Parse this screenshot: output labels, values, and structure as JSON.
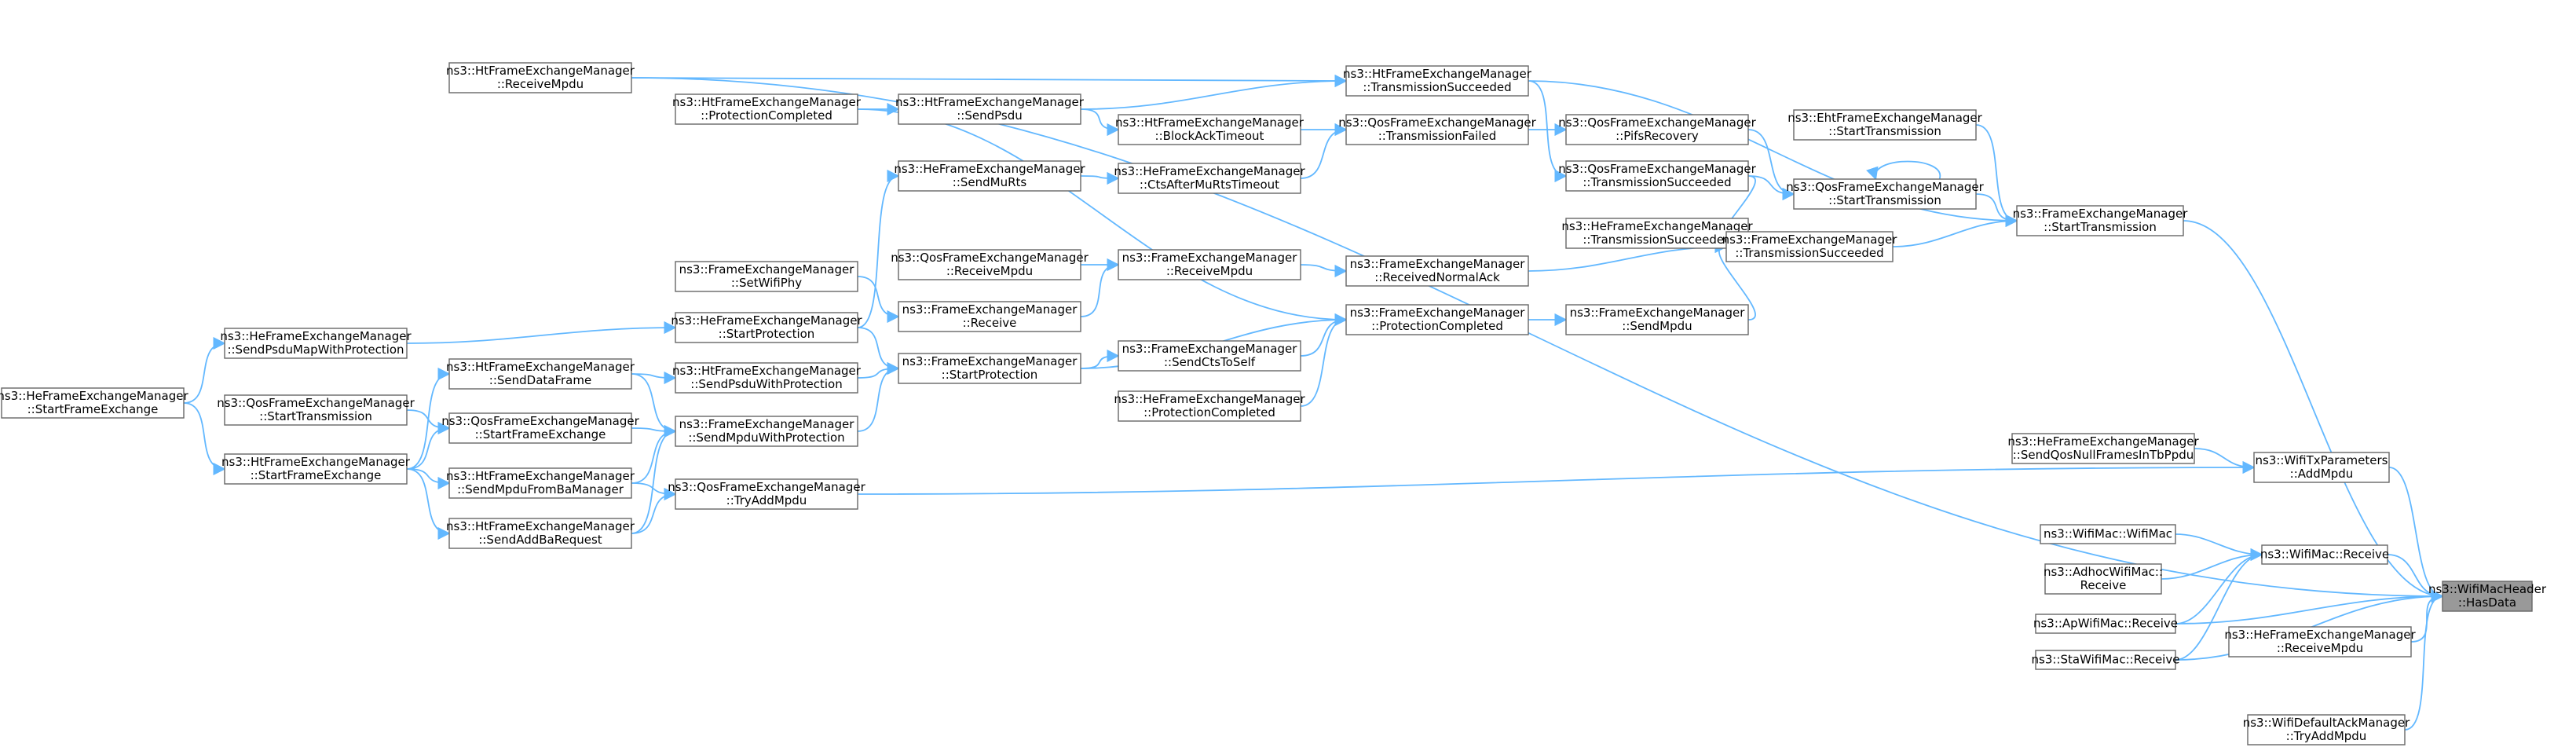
{
  "graph": {
    "colors": {
      "edge": "#63b8ff",
      "node_border": "#666666",
      "root_fill": "#999999",
      "node_fill": "#ffffff"
    },
    "root": "hasdata",
    "nodes": [
      {
        "id": "hasdata",
        "lines": [
          "ns3::WifiMacHeader",
          "::HasData"
        ]
      },
      {
        "id": "htReceiveMpdu",
        "lines": [
          "ns3::HtFrameExchangeManager",
          "::ReceiveMpdu"
        ]
      },
      {
        "id": "htProtComp",
        "lines": [
          "ns3::HtFrameExchangeManager",
          "::ProtectionCompleted"
        ]
      },
      {
        "id": "htSendPsdu",
        "lines": [
          "ns3::HtFrameExchangeManager",
          "::SendPsdu"
        ]
      },
      {
        "id": "htTxSucc",
        "lines": [
          "ns3::HtFrameExchangeManager",
          "::TransmissionSucceeded"
        ]
      },
      {
        "id": "htBlockAck",
        "lines": [
          "ns3::HtFrameExchangeManager",
          "::BlockAckTimeout"
        ]
      },
      {
        "id": "qosTxFailed",
        "lines": [
          "ns3::QosFrameExchangeManager",
          "::TransmissionFailed"
        ]
      },
      {
        "id": "qosPifs",
        "lines": [
          "ns3::QosFrameExchangeManager",
          "::PifsRecovery"
        ]
      },
      {
        "id": "ehtStartTx",
        "lines": [
          "ns3::EhtFrameExchangeManager",
          "::StartTransmission"
        ]
      },
      {
        "id": "heSendMuRts",
        "lines": [
          "ns3::HeFrameExchangeManager",
          "::SendMuRts"
        ]
      },
      {
        "id": "heCtsAfter",
        "lines": [
          "ns3::HeFrameExchangeManager",
          "::CtsAfterMuRtsTimeout"
        ]
      },
      {
        "id": "qosTxSucc",
        "lines": [
          "ns3::QosFrameExchangeManager",
          "::TransmissionSucceeded"
        ]
      },
      {
        "id": "qosStartTx",
        "lines": [
          "ns3::QosFrameExchangeManager",
          "::StartTransmission"
        ]
      },
      {
        "id": "feStartTx",
        "lines": [
          "ns3::FrameExchangeManager",
          "::StartTransmission"
        ]
      },
      {
        "id": "heTxSucc",
        "lines": [
          "ns3::HeFrameExchangeManager",
          "::TransmissionSucceeded"
        ]
      },
      {
        "id": "feTxSucc",
        "lines": [
          "ns3::FrameExchangeManager",
          "::TransmissionSucceeded"
        ]
      },
      {
        "id": "feSetWifiPhy",
        "lines": [
          "ns3::FrameExchangeManager",
          "::SetWifiPhy"
        ]
      },
      {
        "id": "qosReceiveMpdu",
        "lines": [
          "ns3::QosFrameExchangeManager",
          "::ReceiveMpdu"
        ]
      },
      {
        "id": "feReceiveMpdu",
        "lines": [
          "ns3::FrameExchangeManager",
          "::ReceiveMpdu"
        ]
      },
      {
        "id": "feRecvNormalAck",
        "lines": [
          "ns3::FrameExchangeManager",
          "::ReceivedNormalAck"
        ]
      },
      {
        "id": "feReceive",
        "lines": [
          "ns3::FrameExchangeManager",
          "::Receive"
        ]
      },
      {
        "id": "feProtComp",
        "lines": [
          "ns3::FrameExchangeManager",
          "::ProtectionCompleted"
        ]
      },
      {
        "id": "feSendMpdu",
        "lines": [
          "ns3::FrameExchangeManager",
          "::SendMpdu"
        ]
      },
      {
        "id": "heSendPsduMap",
        "lines": [
          "ns3::HeFrameExchangeManager",
          "::SendPsduMapWithProtection"
        ]
      },
      {
        "id": "heStartProt",
        "lines": [
          "ns3::HeFrameExchangeManager",
          "::StartProtection"
        ]
      },
      {
        "id": "feSendCtsToSelf",
        "lines": [
          "ns3::FrameExchangeManager",
          "::SendCtsToSelf"
        ]
      },
      {
        "id": "heStartFrameEx",
        "lines": [
          "ns3::HeFrameExchangeManager",
          "::StartFrameExchange"
        ]
      },
      {
        "id": "htSendDataFrame",
        "lines": [
          "ns3::HtFrameExchangeManager",
          "::SendDataFrame"
        ]
      },
      {
        "id": "htSendPsduWP",
        "lines": [
          "ns3::HtFrameExchangeManager",
          "::SendPsduWithProtection"
        ]
      },
      {
        "id": "feStartProt",
        "lines": [
          "ns3::FrameExchangeManager",
          "::StartProtection"
        ]
      },
      {
        "id": "qosStartTx2",
        "lines": [
          "ns3::QosFrameExchangeManager",
          "::StartTransmission"
        ]
      },
      {
        "id": "qosStartFrameEx",
        "lines": [
          "ns3::QosFrameExchangeManager",
          "::StartFrameExchange"
        ]
      },
      {
        "id": "feSendMpduWP",
        "lines": [
          "ns3::FrameExchangeManager",
          "::SendMpduWithProtection"
        ]
      },
      {
        "id": "heProtComp",
        "lines": [
          "ns3::HeFrameExchangeManager",
          "::ProtectionCompleted"
        ]
      },
      {
        "id": "htStartFrameEx",
        "lines": [
          "ns3::HtFrameExchangeManager",
          "::StartFrameExchange"
        ]
      },
      {
        "id": "htSendMpduFromBa",
        "lines": [
          "ns3::HtFrameExchangeManager",
          "::SendMpduFromBaManager"
        ]
      },
      {
        "id": "qosTryAddMpdu",
        "lines": [
          "ns3::QosFrameExchangeManager",
          "::TryAddMpdu"
        ]
      },
      {
        "id": "htSendAddBa",
        "lines": [
          "ns3::HtFrameExchangeManager",
          "::SendAddBaRequest"
        ]
      },
      {
        "id": "heSendQosNull",
        "lines": [
          "ns3::HeFrameExchangeManager",
          "::SendQosNullFramesInTbPpdu"
        ]
      },
      {
        "id": "wifiTxAddMpdu",
        "lines": [
          "ns3::WifiTxParameters",
          "::AddMpdu"
        ]
      },
      {
        "id": "wifiMacWifiMac",
        "lines": [
          "ns3::WifiMac::WifiMac"
        ]
      },
      {
        "id": "wifiMacReceive",
        "lines": [
          "ns3::WifiMac::Receive"
        ]
      },
      {
        "id": "adhocReceive",
        "lines": [
          "ns3::AdhocWifiMac::",
          "Receive"
        ]
      },
      {
        "id": "apReceive",
        "lines": [
          "ns3::ApWifiMac::Receive"
        ]
      },
      {
        "id": "heReceiveMpdu",
        "lines": [
          "ns3::HeFrameExchangeManager",
          "::ReceiveMpdu"
        ]
      },
      {
        "id": "staReceive",
        "lines": [
          "ns3::StaWifiMac::Receive"
        ]
      },
      {
        "id": "wifiDefaultAck",
        "lines": [
          "ns3::WifiDefaultAckManager",
          "::TryAddMpdu"
        ]
      }
    ],
    "edges": [
      [
        "hasdata",
        "htReceiveMpdu"
      ],
      [
        "hasdata",
        "feStartTx"
      ],
      [
        "hasdata",
        "wifiTxAddMpdu"
      ],
      [
        "hasdata",
        "wifiMacReceive"
      ],
      [
        "hasdata",
        "apReceive"
      ],
      [
        "hasdata",
        "heReceiveMpdu"
      ],
      [
        "hasdata",
        "staReceive"
      ],
      [
        "hasdata",
        "wifiDefaultAck"
      ],
      [
        "htTxSucc",
        "htReceiveMpdu"
      ],
      [
        "htSendPsdu",
        "htProtComp"
      ],
      [
        "htTxSucc",
        "htSendPsdu"
      ],
      [
        "htBlockAck",
        "htSendPsdu"
      ],
      [
        "qosTxFailed",
        "htBlockAck"
      ],
      [
        "heCtsAfter",
        "heSendMuRts"
      ],
      [
        "qosTxFailed",
        "heCtsAfter"
      ],
      [
        "qosTxSucc",
        "htTxSucc"
      ],
      [
        "qosPifs",
        "qosTxFailed"
      ],
      [
        "qosStartTx",
        "qosPifs"
      ],
      [
        "qosStartTx",
        "qosTxSucc"
      ],
      [
        "qosStartTx",
        "qosStartTx"
      ],
      [
        "feStartTx",
        "qosStartTx"
      ],
      [
        "feStartTx",
        "ehtStartTx"
      ],
      [
        "feStartTx",
        "htTxSucc"
      ],
      [
        "feStartTx",
        "feTxSucc"
      ],
      [
        "feTxSucc",
        "qosTxSucc"
      ],
      [
        "feTxSucc",
        "heTxSucc"
      ],
      [
        "feTxSucc",
        "feRecvNormalAck"
      ],
      [
        "feTxSucc",
        "feSendMpdu"
      ],
      [
        "feRecvNormalAck",
        "feReceiveMpdu"
      ],
      [
        "feReceiveMpdu",
        "qosReceiveMpdu"
      ],
      [
        "feReceiveMpdu",
        "feReceive"
      ],
      [
        "feReceive",
        "feSetWifiPhy"
      ],
      [
        "feSendMpdu",
        "feProtComp"
      ],
      [
        "feProtComp",
        "htProtComp"
      ],
      [
        "feProtComp",
        "feStartProt"
      ],
      [
        "feProtComp",
        "feSendCtsToSelf"
      ],
      [
        "feProtComp",
        "heProtComp"
      ],
      [
        "heSendMuRts",
        "heStartProt"
      ],
      [
        "heStartProt",
        "heSendPsduMap"
      ],
      [
        "feStartProt",
        "heStartProt"
      ],
      [
        "feStartProt",
        "htSendPsduWP"
      ],
      [
        "feStartProt",
        "feSendMpduWP"
      ],
      [
        "feSendCtsToSelf",
        "feStartProt"
      ],
      [
        "heSendPsduMap",
        "heStartFrameEx"
      ],
      [
        "htStartFrameEx",
        "heStartFrameEx"
      ],
      [
        "htSendDataFrame",
        "htStartFrameEx"
      ],
      [
        "qosStartFrameEx",
        "htStartFrameEx"
      ],
      [
        "qosStartFrameEx",
        "qosStartTx2"
      ],
      [
        "feSendMpduWP",
        "qosStartFrameEx"
      ],
      [
        "feSendMpduWP",
        "htSendDataFrame"
      ],
      [
        "feSendMpduWP",
        "htSendMpduFromBa"
      ],
      [
        "feSendMpduWP",
        "htSendAddBa"
      ],
      [
        "htSendPsduWP",
        "htSendDataFrame"
      ],
      [
        "htSendMpduFromBa",
        "htStartFrameEx"
      ],
      [
        "htSendAddBa",
        "htStartFrameEx"
      ],
      [
        "qosTryAddMpdu",
        "htSendMpduFromBa"
      ],
      [
        "qosTryAddMpdu",
        "htSendAddBa"
      ],
      [
        "wifiTxAddMpdu",
        "qosTryAddMpdu"
      ],
      [
        "wifiTxAddMpdu",
        "heSendQosNull"
      ],
      [
        "wifiMacReceive",
        "wifiMacWifiMac"
      ],
      [
        "wifiMacReceive",
        "adhocReceive"
      ],
      [
        "wifiMacReceive",
        "apReceive"
      ],
      [
        "wifiMacReceive",
        "staReceive"
      ]
    ]
  }
}
